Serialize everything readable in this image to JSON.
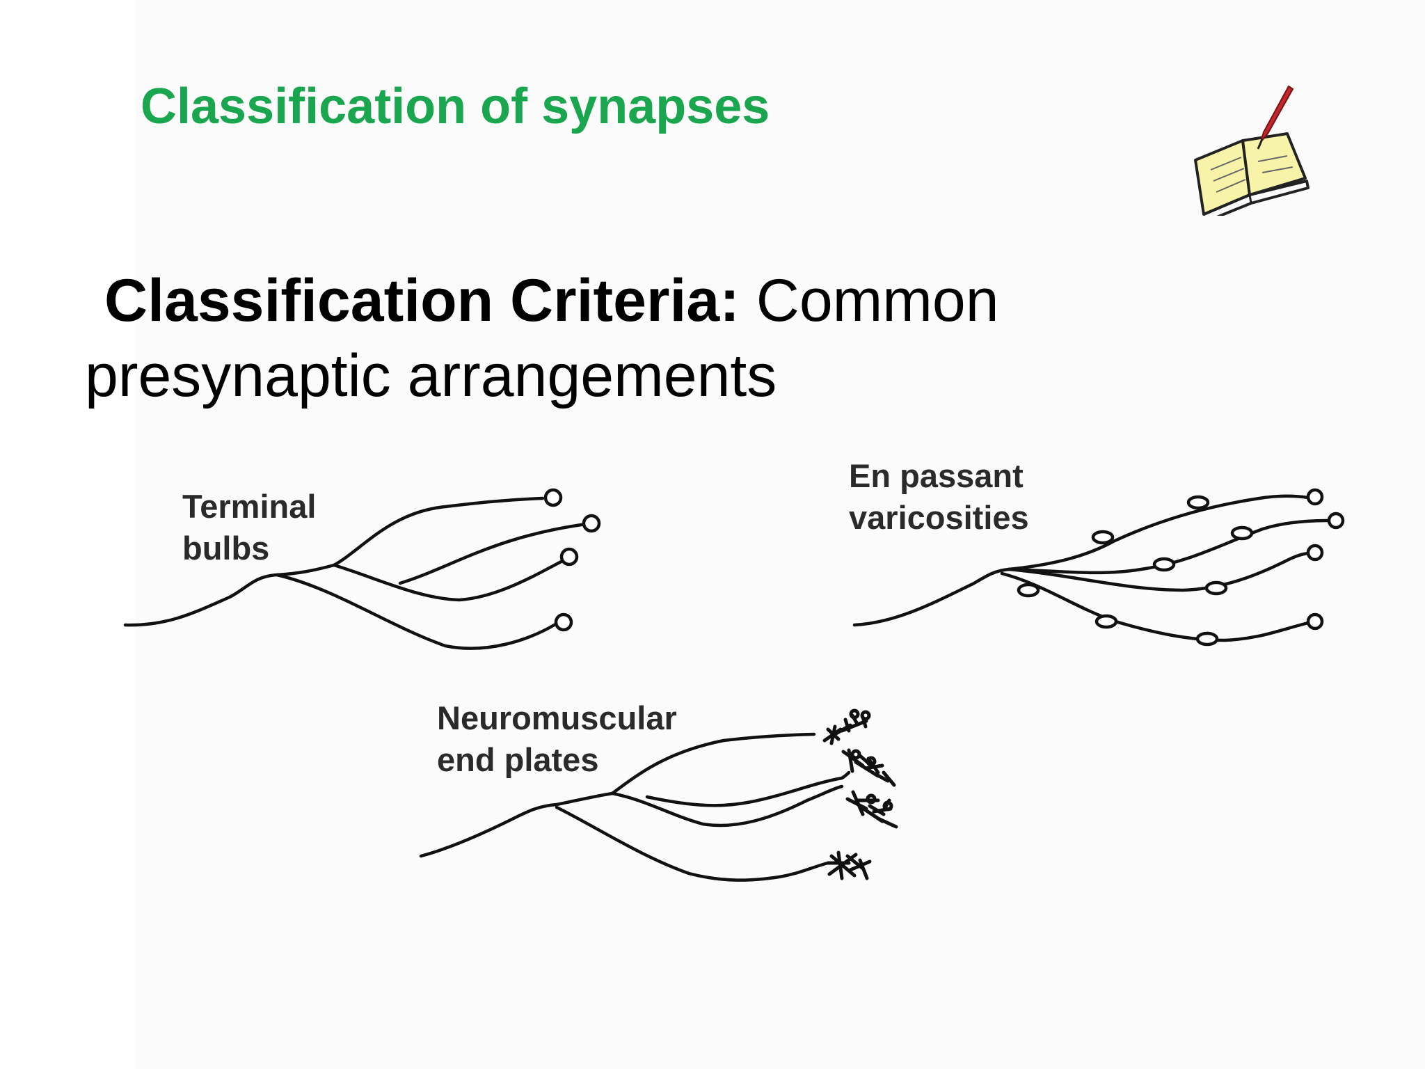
{
  "slide": {
    "title": "Classification of synapses",
    "criteria_lead": "Classification Criteria:",
    "criteria_rest": " Common presynaptic arrangements"
  },
  "figures": {
    "terminal": {
      "label": "Terminal\nbulbs"
    },
    "en_passant": {
      "label": "En passant\nvaricosities"
    },
    "neuromuscular": {
      "label": "Neuromuscular\nend plates"
    }
  },
  "icons": {
    "book": "book-with-quill-icon"
  },
  "colors": {
    "title": "#1aa64f",
    "text": "#000000",
    "book_pages": "#f7f3a8",
    "quill": "#c0282d"
  }
}
